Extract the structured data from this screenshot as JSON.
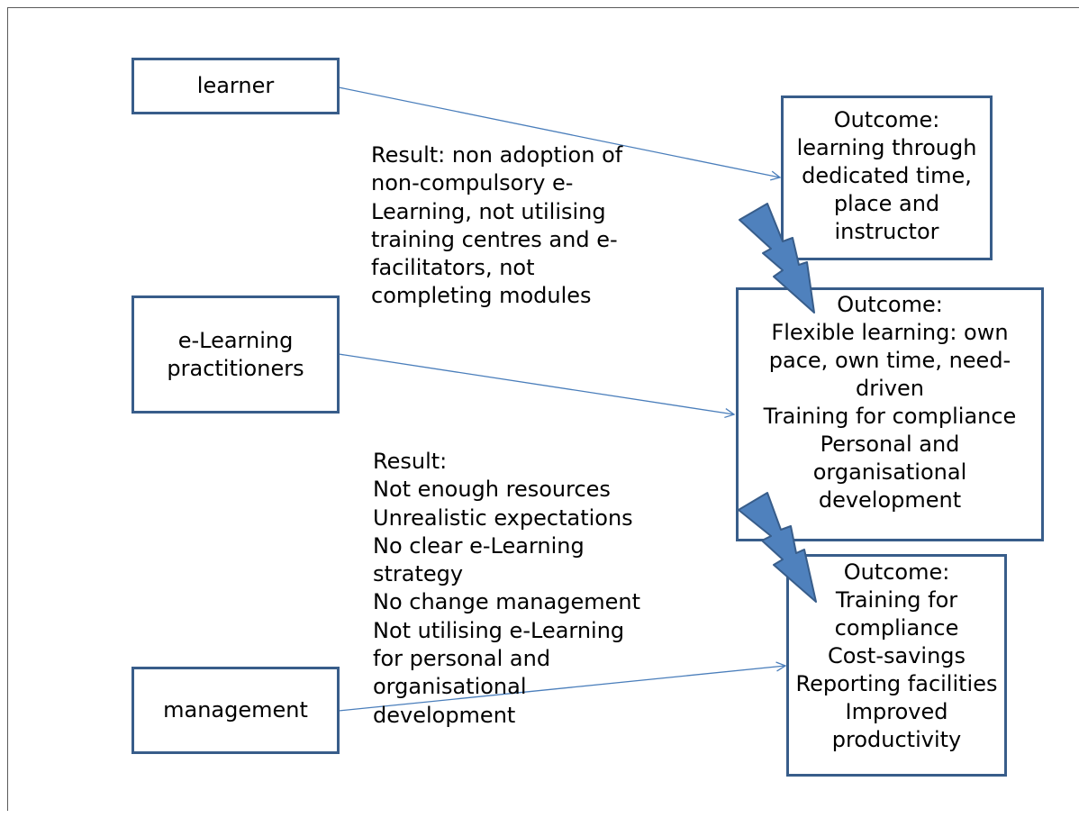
{
  "colors": {
    "border": "#385d8a",
    "arrow": "#4a7ebb",
    "bolt_fill": "#4f81bd",
    "bolt_stroke": "#385d8a"
  },
  "actors": {
    "learner": "learner",
    "practitioners": "e-Learning practitioners",
    "management": "management"
  },
  "results": {
    "first": [
      "Result: non adoption of",
      "non-compulsory e-",
      "Learning, not utilising",
      "training centres and e-",
      "facilitators, not",
      "completing modules"
    ],
    "second": [
      "Result:",
      "Not enough resources",
      "Unrealistic expectations",
      "No clear e-Learning",
      "strategy",
      "No change management",
      "Not utilising e-Learning",
      "for personal and",
      "organisational",
      "development"
    ]
  },
  "outcomes": {
    "learner": [
      "Outcome:",
      "learning through",
      "dedicated time,",
      "place and",
      "instructor"
    ],
    "practitioners": [
      "Outcome:",
      "Flexible learning: own",
      "pace, own time, need-",
      "driven",
      "Training for compliance",
      "Personal and",
      "organisational",
      "development"
    ],
    "management": [
      "Outcome:",
      "Training for",
      "compliance",
      "Cost-savings",
      "Reporting facilities",
      "Improved",
      "productivity"
    ]
  }
}
